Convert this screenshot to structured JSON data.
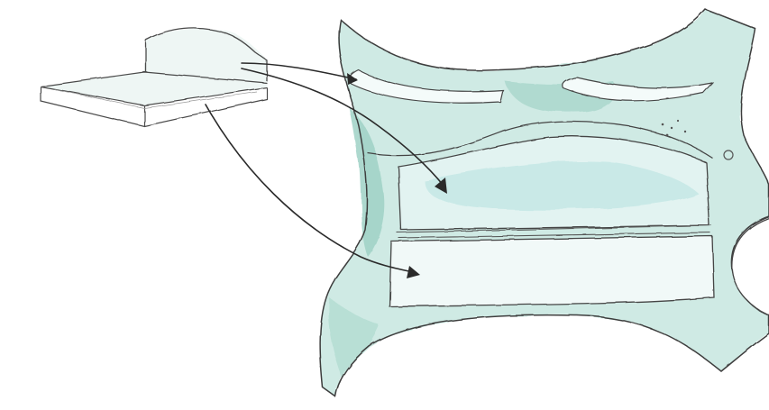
{
  "colors": {
    "paper": "#ffffff",
    "ink": "#3a3a3a",
    "wash_light": "#e6f5f2",
    "wash_mid": "#bfe4dc",
    "wash_dark": "#8fcabb",
    "slot_fill": "#d6efee",
    "arrow_ink": "#2a2a2a"
  },
  "diagram": {
    "elements": [
      "sketched-plate-component",
      "teal-watercolor-frame",
      "upper-cutout-slots",
      "middle-panel-slot",
      "lower-panel-slot",
      "mapping-arrows"
    ],
    "arrow_count": 3,
    "text_labels": []
  }
}
